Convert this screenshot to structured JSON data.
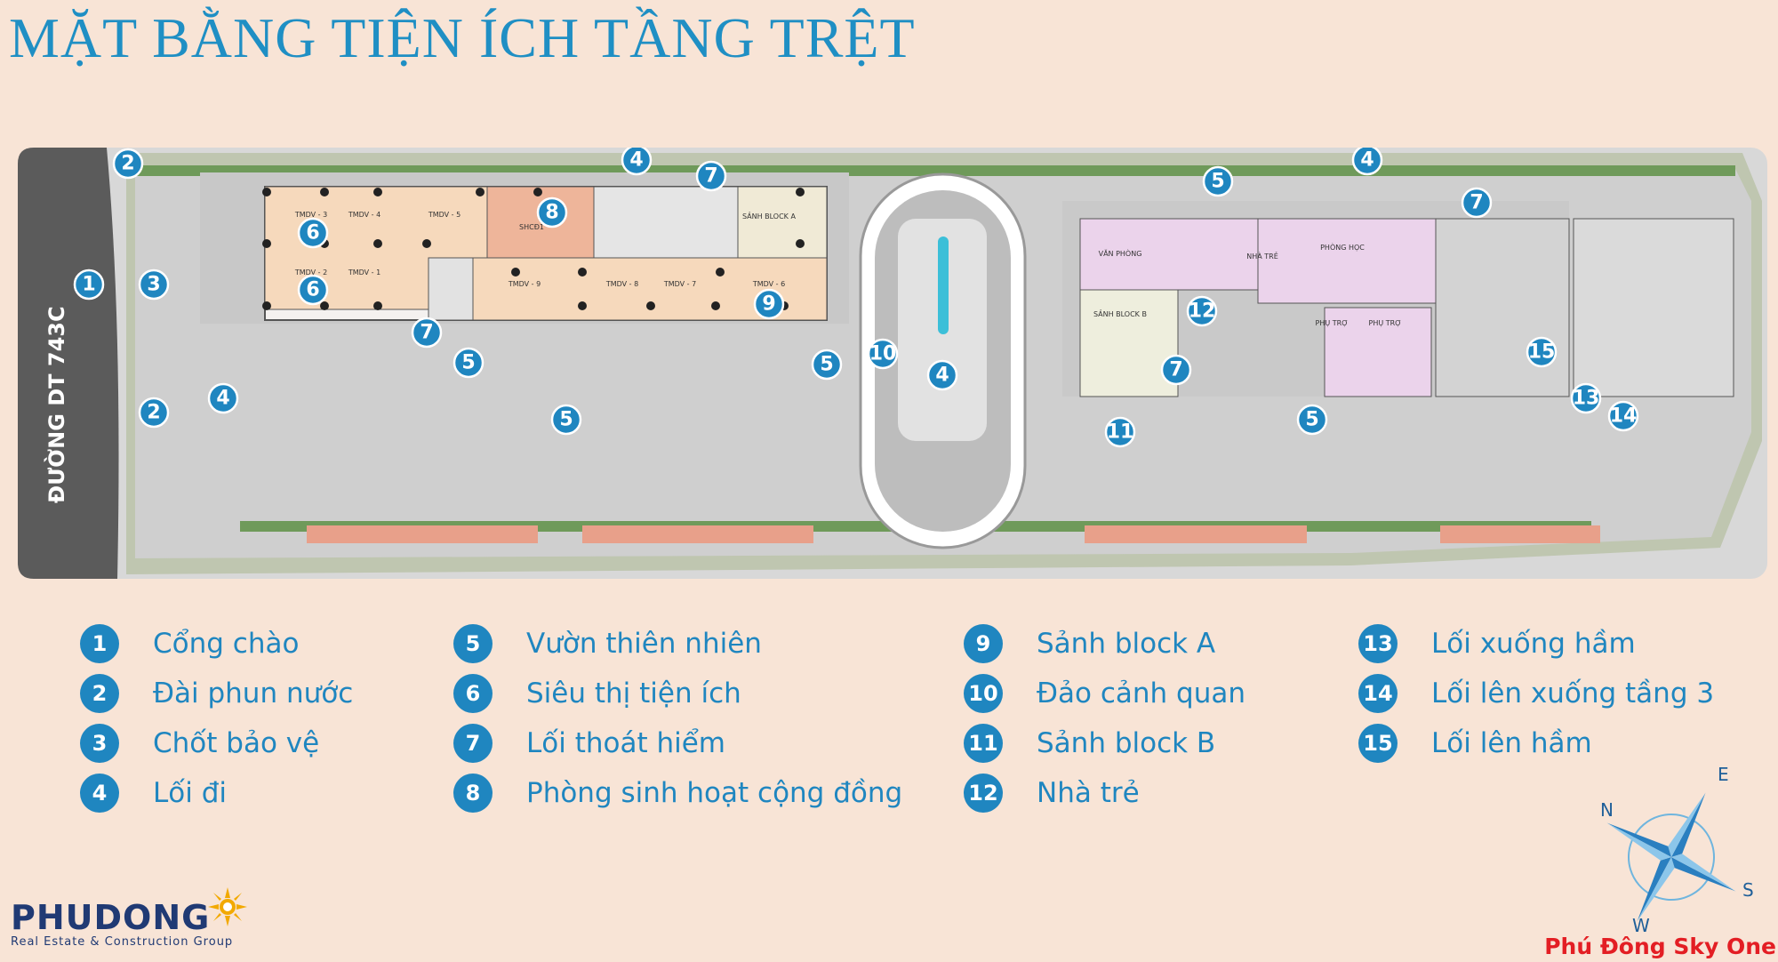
{
  "title": "MẶT BẰNG TIỆN ÍCH TẦNG TRỆT",
  "plan": {
    "road_label": "ĐƯỜNG DT 743C",
    "rooms": {
      "tmdv_3": "TMDV - 3",
      "tmdv_4": "TMDV - 4",
      "tmdv_5": "TMDV - 5",
      "shcd1": "SHCĐ1",
      "sanh_a": "SẢNH BLOCK A",
      "tmdv_2": "TMDV - 2",
      "tmdv_1": "TMDV - 1",
      "tmdv_9": "TMDV - 9",
      "tmdv_8": "TMDV - 8",
      "tmdv_7": "TMDV - 7",
      "tmdv_6": "TMDV - 6",
      "van_phong": "VĂN PHÒNG",
      "nha_tre": "NHÀ TRẺ",
      "phong_hoc": "PHÒNG HỌC",
      "sanh_b": "SẢNH BLOCK B",
      "phu_tro_1": "PHỤ TRỢ",
      "phu_tro_2": "PHỤ TRỢ"
    },
    "markers": [
      "1",
      "2",
      "2",
      "3",
      "4",
      "4",
      "4",
      "4",
      "5",
      "5",
      "5",
      "5",
      "5",
      "6",
      "6",
      "7",
      "7",
      "7",
      "7",
      "8",
      "9",
      "10",
      "11",
      "12",
      "13",
      "14",
      "15"
    ]
  },
  "legend": [
    {
      "num": "1",
      "label": "Cổng chào"
    },
    {
      "num": "2",
      "label": "Đài phun nước"
    },
    {
      "num": "3",
      "label": "Chốt bảo vệ"
    },
    {
      "num": "4",
      "label": "Lối đi"
    },
    {
      "num": "5",
      "label": "Vườn thiên nhiên"
    },
    {
      "num": "6",
      "label": "Siêu thị tiện ích"
    },
    {
      "num": "7",
      "label": "Lối thoát hiểm"
    },
    {
      "num": "8",
      "label": "Phòng sinh hoạt cộng đồng"
    },
    {
      "num": "9",
      "label": "Sảnh block A"
    },
    {
      "num": "10",
      "label": "Đảo cảnh quan"
    },
    {
      "num": "11",
      "label": "Sảnh block B"
    },
    {
      "num": "12",
      "label": "Nhà trẻ"
    },
    {
      "num": "13",
      "label": "Lối xuống hầm"
    },
    {
      "num": "14",
      "label": "Lối lên xuống tầng 3"
    },
    {
      "num": "15",
      "label": "Lối lên hầm"
    }
  ],
  "logo": {
    "name": "PHUDONG",
    "tagline": "Real Estate & Construction Group"
  },
  "compass": {
    "n": "N",
    "e": "E",
    "s": "S",
    "w": "W"
  },
  "brand": "Phú Đông Sky One",
  "colors": {
    "accent": "#1f86c0",
    "background": "#f8e4d6",
    "brand_red": "#e31e24",
    "logo_navy": "#203a74"
  }
}
